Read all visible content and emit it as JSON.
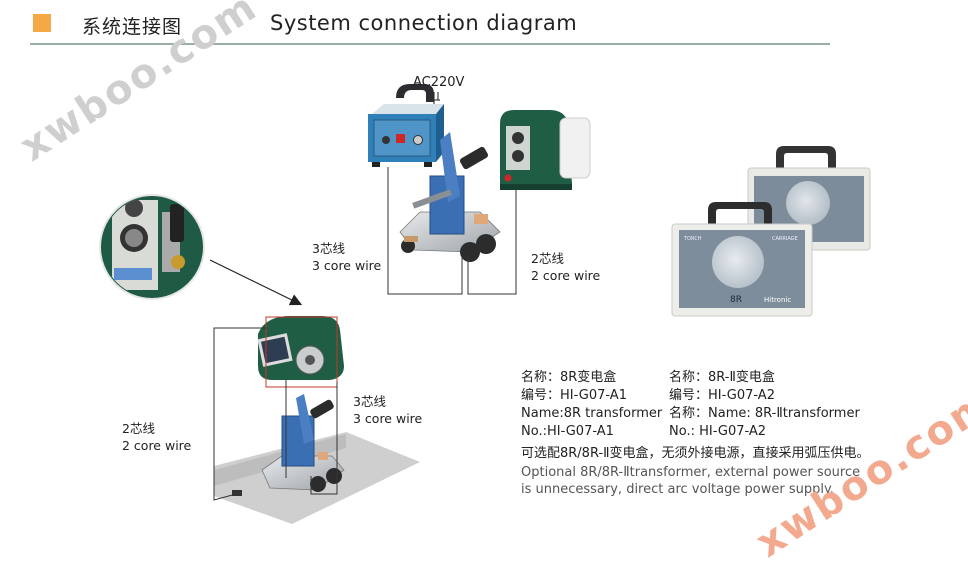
{
  "header": {
    "title_cn": "系统连接图",
    "title_en": "System connection diagram",
    "accent_color": "#f5a844",
    "rule_color": "#9aaea6"
  },
  "top_diagram": {
    "power_label": "AC220V",
    "left_wire": {
      "cn": "3芯线",
      "en": "3 core wire"
    },
    "right_wire": {
      "cn": "2芯线",
      "en": "2 core wire"
    },
    "devices": [
      "control-box",
      "welding-carriage",
      "wire-feeder"
    ]
  },
  "bottom_diagram": {
    "left_wire": {
      "cn": "2芯线",
      "en": "2 core wire"
    },
    "right_wire": {
      "cn": "3芯线",
      "en": "3 core wire"
    },
    "highlight_color": "#c0392b"
  },
  "transformers": {
    "front_label": "8R",
    "brand": "Hitronic",
    "panel_left": "TORCH",
    "panel_right": "CARRIAGE"
  },
  "info": {
    "col1": {
      "name_cn": "名称：8R变电盒",
      "code_cn": "编号：HI-G07-A1",
      "name_en": "Name:8R transformer",
      "no_en": "No.:HI-G07-A1"
    },
    "col2": {
      "name_cn": "名称：8R-Ⅱ变电盒",
      "code_cn": "编号：HI-G07-A2",
      "name_en": "名称：Name: 8R-Ⅱtransformer",
      "no_en": "No.: HI-G07-A2"
    },
    "note_cn": "可选配8R/8R-Ⅱ变电盒，无须外接电源，直接采用弧压供电。",
    "note_en_1": "Optional 8R/8R-Ⅱtransformer, external power source",
    "note_en_2": "is unnecessary, direct arc voltage power supply."
  },
  "watermarks": [
    "xwboo.com",
    "xwboo.com"
  ]
}
